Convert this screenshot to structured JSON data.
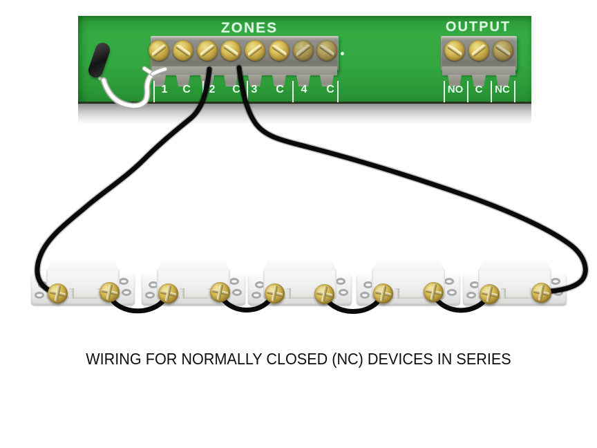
{
  "board": {
    "zones": {
      "title": "ZONES",
      "terminal_labels": [
        "1",
        "C",
        "2",
        "C",
        "3",
        "C",
        "4",
        "C"
      ]
    },
    "output": {
      "title": "OUTPUT",
      "terminal_labels": [
        "NO",
        "C",
        "NC"
      ]
    }
  },
  "devices": {
    "count": 5,
    "kind": "normally-closed contact"
  },
  "caption": {
    "text": "WIRING FOR NORMALLY CLOSED (NC) DEVICES IN SERIES"
  },
  "colors": {
    "pcb_green": "#33a740",
    "silkscreen": "#e9fdee",
    "terminal_block_gray": "#84847c",
    "brass_screw": "#d6ba54",
    "wire_black": "#0a0a0a",
    "wire_white": "#fdfdfd",
    "device_plastic": "#f0f0ee",
    "chassis_gray": "#b9b9b9"
  }
}
